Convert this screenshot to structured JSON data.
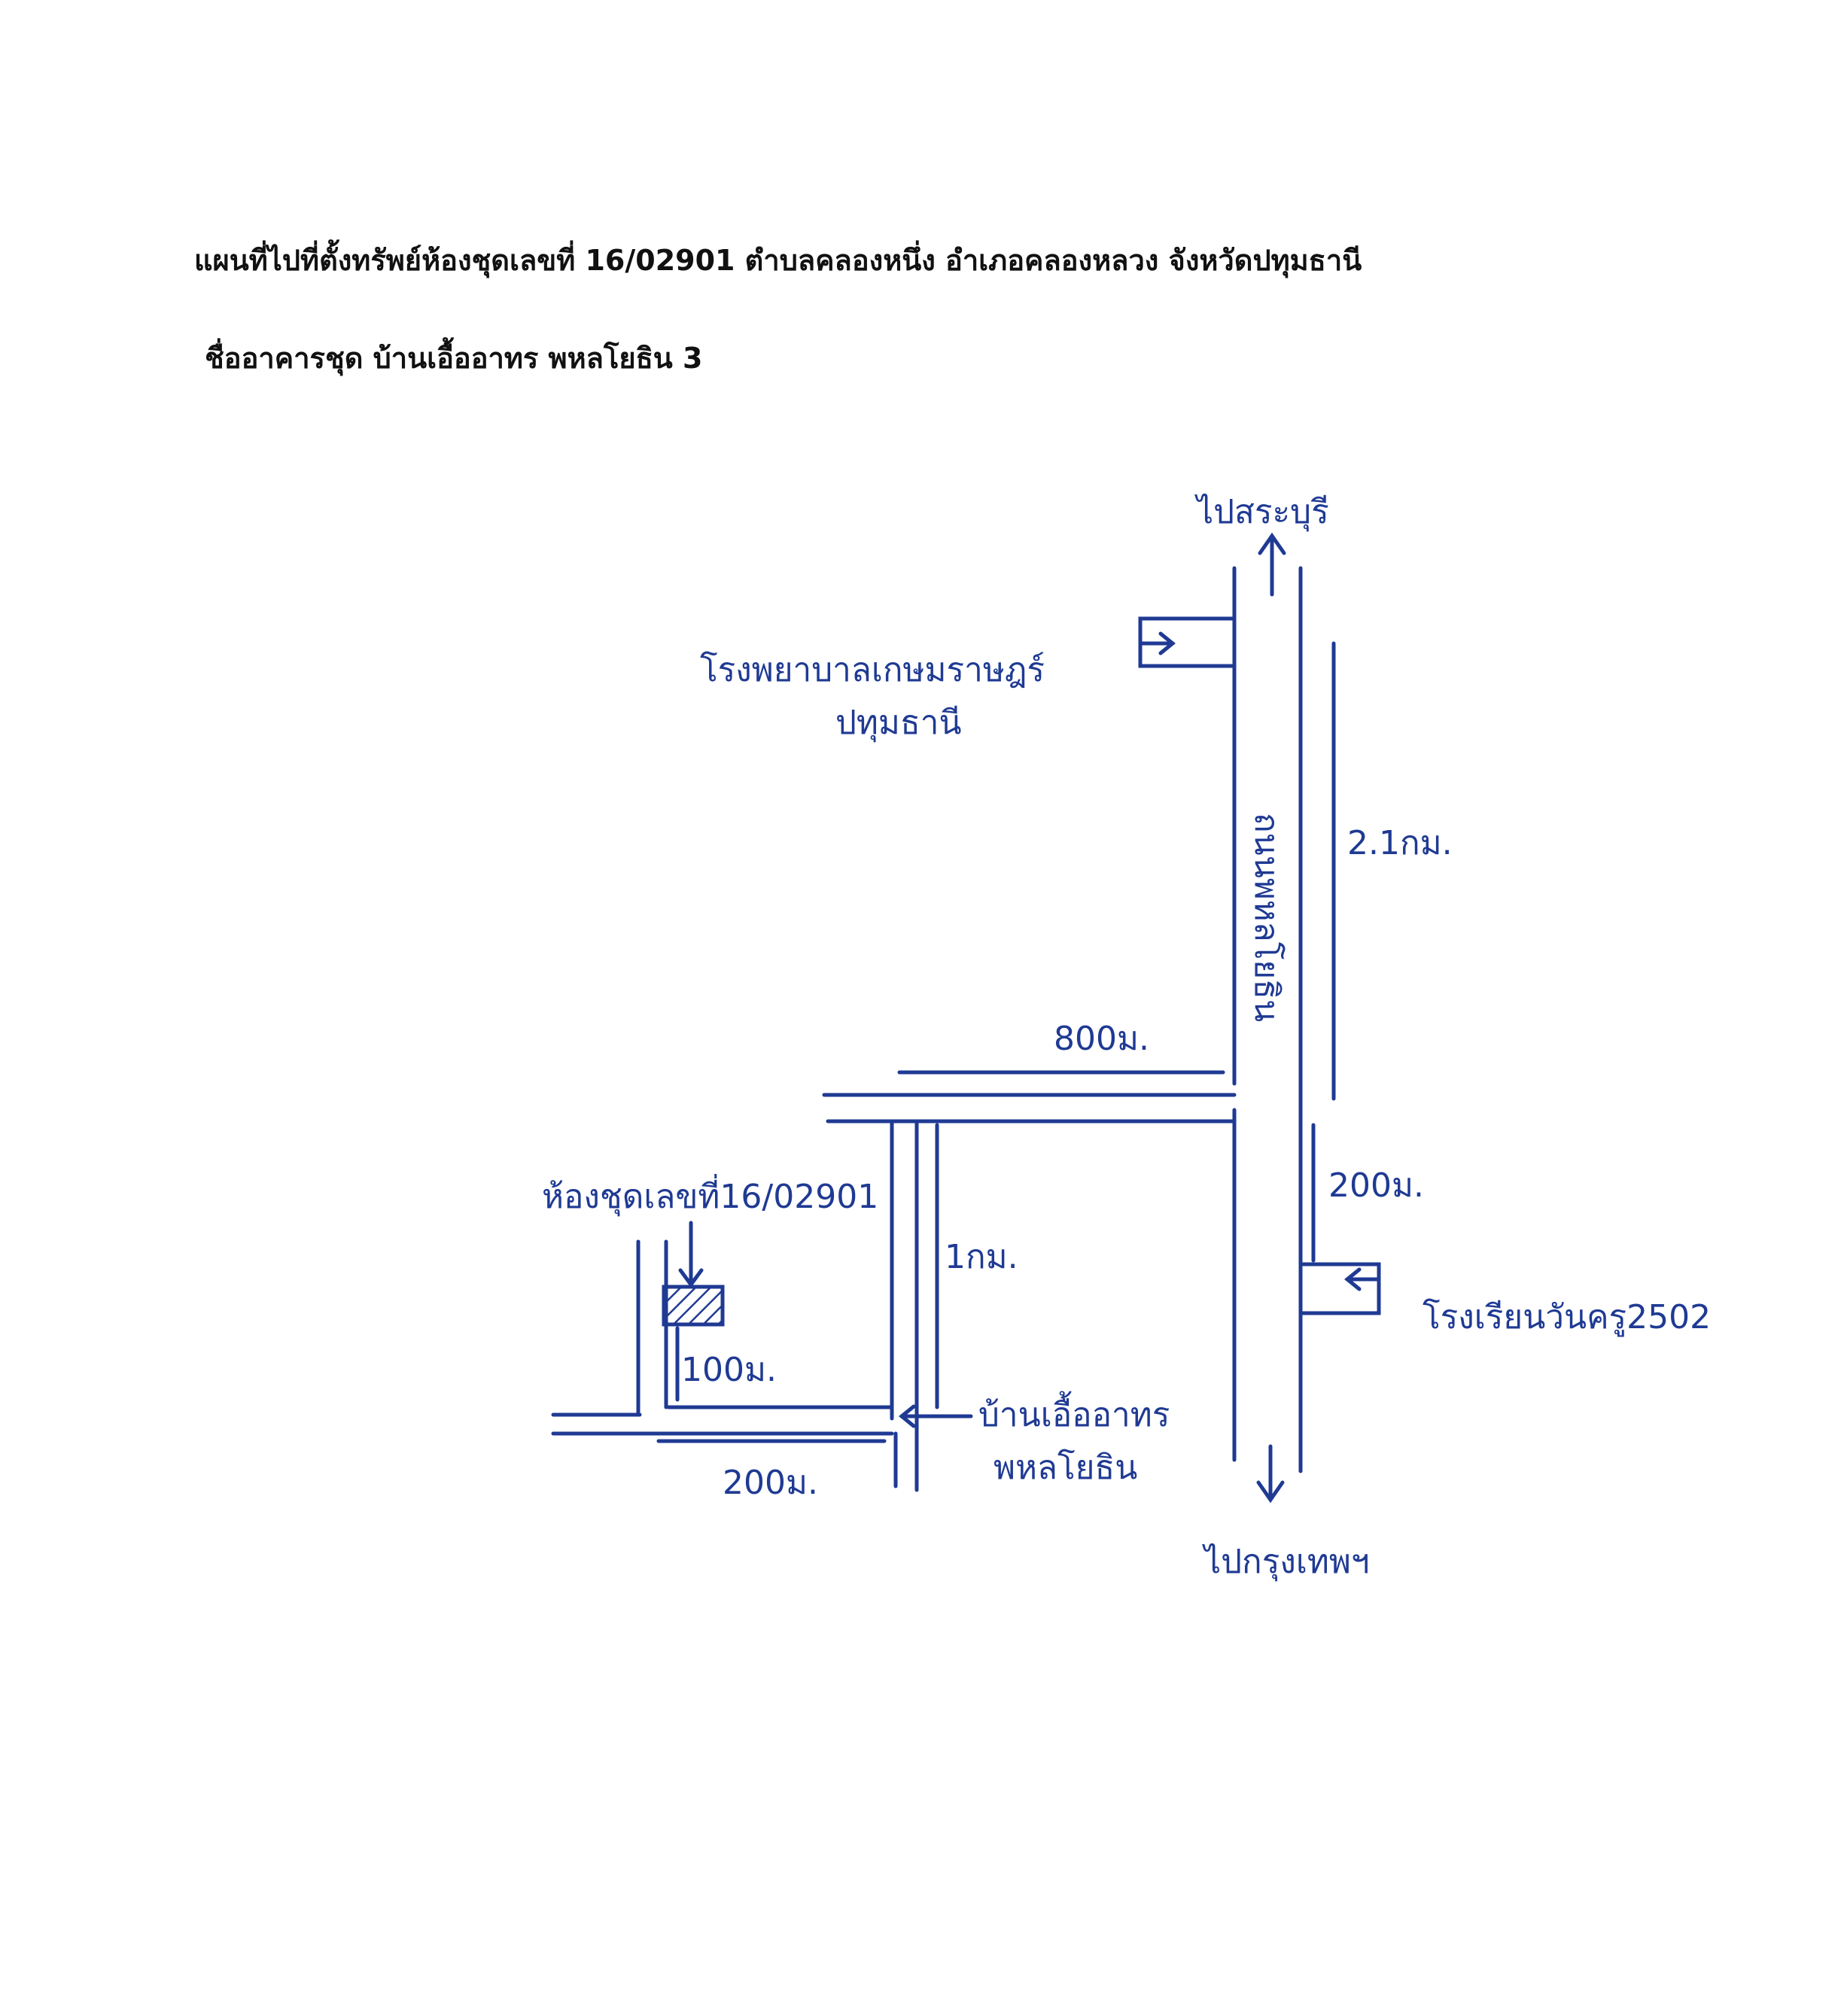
{
  "page": {
    "title": "แผนที่ไปที่ตั้งทรัพย์ห้องชุดเลขที่ 16/02901 ตำบลคลองหนึ่ง อำเภอคลองหลวง จังหวัดปทุมธานี",
    "subtitle": "ชื่ออาคารชุด บ้านเอื้ออาทร พหลโยธิน 3"
  },
  "map": {
    "ink_color": "#1f3a93",
    "labels": {
      "to_north": "ไปสระบุรี",
      "to_south": "ไปกรุงเทพฯ",
      "hospital_line1": "โรงพยาบาลเกษมราษฎร์",
      "hospital_line2": "ปทุมธานี",
      "main_road": "ถนนพหลโยธิน",
      "dist_2_1km": "2.1กม.",
      "dist_800m": "800ม.",
      "dist_200m_main": "200ม.",
      "school": "โรงเรียนวันครู2502",
      "unit": "ห้องชุดเลขที่16/02901",
      "dist_1km": "1กม.",
      "dist_100m": "100ม.",
      "project_line1": "บ้านเอื้ออาทร",
      "project_line2": "พหลโยธิน",
      "dist_200m_bottom": "200ม."
    }
  }
}
